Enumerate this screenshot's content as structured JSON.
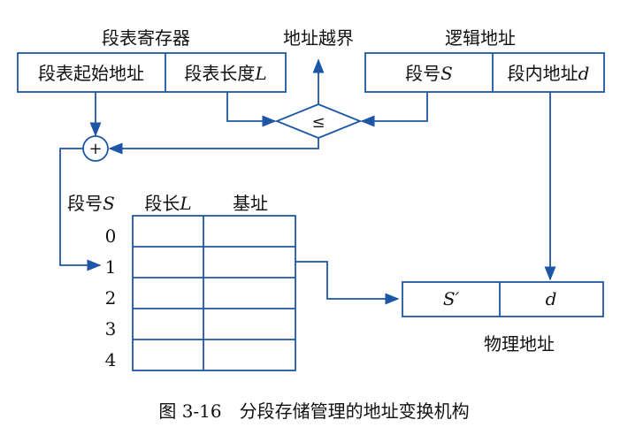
{
  "segment_register": {
    "title": "段表寄存器",
    "start_addr": "段表起始地址",
    "length_prefix": "段表长度",
    "length_var": "L"
  },
  "bounds_check": {
    "label": "地址越界",
    "comparator": "≤"
  },
  "logical_address": {
    "title": "逻辑地址",
    "seg_prefix": "段号",
    "seg_var": "S",
    "offset_prefix": "段内地址",
    "offset_var": "d"
  },
  "adder": {
    "symbol": "+"
  },
  "segment_table": {
    "col_seg_prefix": "段号",
    "col_seg_var": "S",
    "col_len_prefix": "段长",
    "col_len_var": "L",
    "col_base": "基址",
    "rows": [
      "0",
      "1",
      "2",
      "3",
      "4"
    ]
  },
  "physical_address": {
    "seg": "S′",
    "offset": "d",
    "label": "物理地址"
  },
  "caption": "图 3-16　分段存储管理的地址变换机构",
  "colors": {
    "line": "#1d56a6",
    "text": "#111111"
  }
}
